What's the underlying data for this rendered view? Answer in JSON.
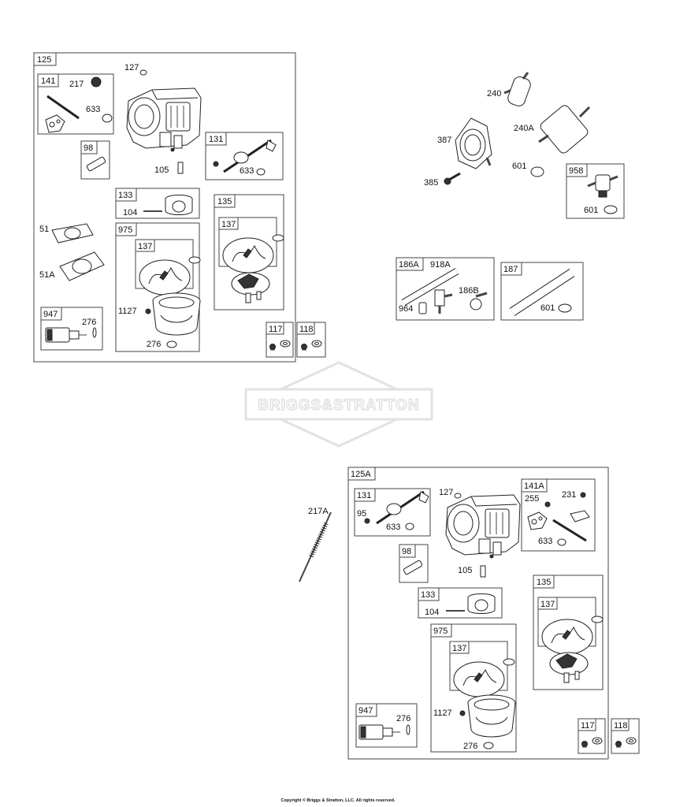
{
  "watermark": "BRIGGS&STRATTON",
  "copyright": "Copyright © Briggs & Stratton, LLC. All rights reserved.",
  "assembly_a": {
    "title": "125",
    "part_127": "127",
    "part_105": "105",
    "part_51": "51",
    "part_51a": "51A",
    "sub_141": {
      "title": "141",
      "part_217": "217",
      "part_633": "633"
    },
    "sub_98": {
      "title": "98"
    },
    "sub_131": {
      "title": "131",
      "part_633": "633"
    },
    "sub_133": {
      "title": "133",
      "part_104": "104"
    },
    "sub_135": {
      "title": "135",
      "sub_137": "137"
    },
    "sub_975": {
      "title": "975",
      "sub_137": "137",
      "part_1127": "1127",
      "part_276": "276"
    },
    "sub_947": {
      "title": "947",
      "part_276": "276"
    },
    "sub_117": "117",
    "sub_118": "118"
  },
  "fuel": {
    "part_240": "240",
    "part_240a": "240A",
    "part_387": "387",
    "part_385": "385",
    "part_601": "601",
    "sub_958": {
      "title": "958",
      "part_601": "601"
    },
    "sub_186a": {
      "title": "186A",
      "part_918a": "918A",
      "part_186b": "186B",
      "part_964": "964"
    },
    "sub_187": {
      "title": "187",
      "part_601": "601"
    }
  },
  "part_217a": "217A",
  "assembly_b": {
    "title": "125A",
    "part_127": "127",
    "part_105": "105",
    "sub_131": {
      "title": "131",
      "part_95": "95",
      "part_633": "633"
    },
    "sub_141a": {
      "title": "141A",
      "part_255": "255",
      "part_231": "231",
      "part_633": "633"
    },
    "sub_98": {
      "title": "98"
    },
    "sub_133": {
      "title": "133",
      "part_104": "104"
    },
    "sub_135": {
      "title": "135",
      "sub_137": "137"
    },
    "sub_975": {
      "title": "975",
      "sub_137": "137",
      "part_1127": "1127",
      "part_276": "276"
    },
    "sub_947": {
      "title": "947",
      "part_276": "276"
    },
    "sub_117": "117",
    "sub_118": "118"
  }
}
